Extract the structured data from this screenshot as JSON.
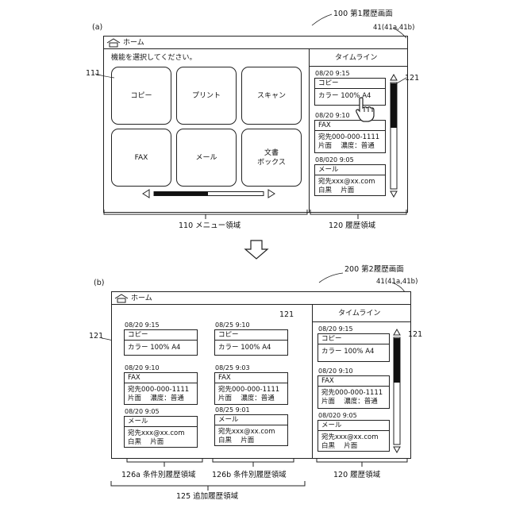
{
  "screen_a": {
    "panel_label": "(a)",
    "ref_label": "100 第1履歴画面",
    "device_ref": "41(41a,41b)",
    "home_label": "ホーム",
    "prompt": "機能を選択してください。",
    "buttons_ref": "111",
    "buttons": [
      "コピー",
      "プリント",
      "スキャン",
      "FAX",
      "メール",
      "文書\nボックス"
    ],
    "timeline": {
      "title": "タイムライン",
      "ref": "121",
      "entries": [
        {
          "time": "08/20 9:15",
          "title": "コピー",
          "lines": [
            "カラー 100% A4"
          ]
        },
        {
          "time": "08/20 9:10",
          "title": "FAX",
          "lines": [
            "宛先000-000-1111",
            "片面　 濃度：普通"
          ]
        },
        {
          "time": "08/020 9:05",
          "title": "メール",
          "lines": [
            "宛先xxx@xx.com",
            "白黒　 片面"
          ]
        }
      ]
    },
    "menu_area_label": "110 メニュー領域",
    "history_area_label": "120 履歴領域"
  },
  "screen_b": {
    "panel_label": "(b)",
    "ref_label": "200 第2履歴画面",
    "device_ref": "41(41a,41b)",
    "home_label": "ホーム",
    "left_ref": "121",
    "mid_ref": "121",
    "right_ref": "121",
    "column_a": [
      {
        "time": "08/20 9:15",
        "title": "コピー",
        "lines": [
          "カラー 100% A4"
        ]
      },
      {
        "time": "08/20 9:10",
        "title": "FAX",
        "lines": [
          "宛先000-000-1111",
          "片面　 濃度：普通"
        ]
      },
      {
        "time": "08/20 9:05",
        "title": "メール",
        "lines": [
          "宛先xxx@xx.com",
          "白黒　 片面"
        ]
      }
    ],
    "column_b": [
      {
        "time": "08/25 9:10",
        "title": "コピー",
        "lines": [
          "カラー 100% A4"
        ]
      },
      {
        "time": "08/25 9:03",
        "title": "FAX",
        "lines": [
          "宛先000-000-1111",
          "片面　 濃度：普通"
        ]
      },
      {
        "time": "08/25 9:01",
        "title": "メール",
        "lines": [
          "宛先xxx@xx.com",
          "白黒　 片面"
        ]
      }
    ],
    "timeline": {
      "title": "タイムライン",
      "entries": [
        {
          "time": "08/20 9:15",
          "title": "コピー",
          "lines": [
            "カラー 100% A4"
          ]
        },
        {
          "time": "08/20 9:10",
          "title": "FAX",
          "lines": [
            "宛先000-000-1111",
            "片面　 濃度：普通"
          ]
        },
        {
          "time": "08/020 9:05",
          "title": "メール",
          "lines": [
            "宛先xxx@xx.com",
            "白黒　 片面"
          ]
        }
      ]
    },
    "cond_a_label": "126a 条件別履歴領域",
    "cond_b_label": "126b 条件別履歴領域",
    "history_area_label": "120 履歴領域",
    "added_area_label": "125 追加履歴領域"
  },
  "icons": {
    "home": "home-icon",
    "hand": "pointing-hand-icon",
    "scroll_up": "triangle-up-icon",
    "scroll_down": "triangle-down-icon",
    "left": "triangle-left-icon",
    "right": "triangle-right-icon",
    "down_arrow": "down-arrow-icon"
  }
}
